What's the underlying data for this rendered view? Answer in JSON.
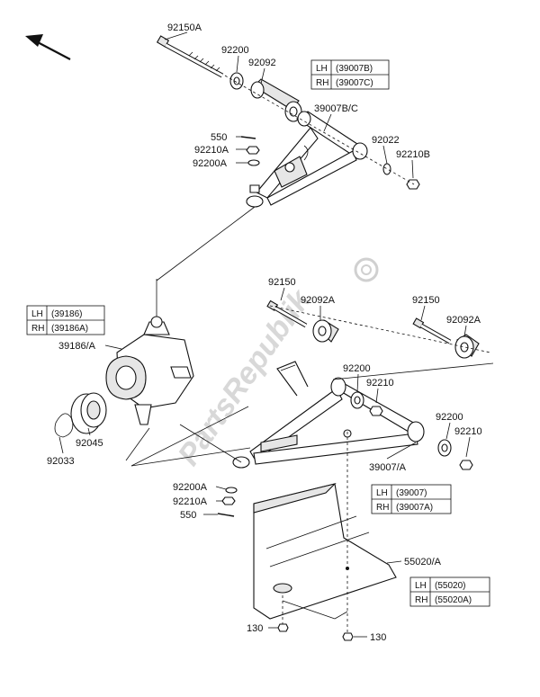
{
  "watermark": "PartsRepublik",
  "labels": {
    "p92150A": "92150A",
    "p92200_top": "92200",
    "p92092_top": "92092",
    "p39007BC": "39007B/C",
    "p550_top": "550",
    "p92210A_top": "92210A",
    "p92200A_top": "92200A",
    "p92022": "92022",
    "p92210B": "92210B",
    "p92150_mid": "92150",
    "p92092A_mid": "92092A",
    "p92150_right": "92150",
    "p92092A_right": "92092A",
    "p39186A": "39186/A",
    "p92200_mid": "92200",
    "p92210_mid": "92210",
    "p92200_right": "92200",
    "p92210_right": "92210",
    "p92045": "92045",
    "p92033": "92033",
    "p39007A": "39007/A",
    "p92200A_bot": "92200A",
    "p92210A_bot": "92210A",
    "p550_bot": "550",
    "p55020A": "55020/A",
    "p130_left": "130",
    "p130_right": "130"
  },
  "tables": {
    "upper_arm": {
      "rows": [
        {
          "side": "LH",
          "part": "(39007B)"
        },
        {
          "side": "RH",
          "part": "(39007C)"
        }
      ]
    },
    "knuckle": {
      "rows": [
        {
          "side": "LH",
          "part": "(39186)"
        },
        {
          "side": "RH",
          "part": "(39186A)"
        }
      ]
    },
    "lower_arm": {
      "rows": [
        {
          "side": "LH",
          "part": "(39007)"
        },
        {
          "side": "RH",
          "part": "(39007A)"
        }
      ]
    },
    "guard": {
      "rows": [
        {
          "side": "LH",
          "part": "(55020)"
        },
        {
          "side": "RH",
          "part": "(55020A)"
        }
      ]
    }
  }
}
